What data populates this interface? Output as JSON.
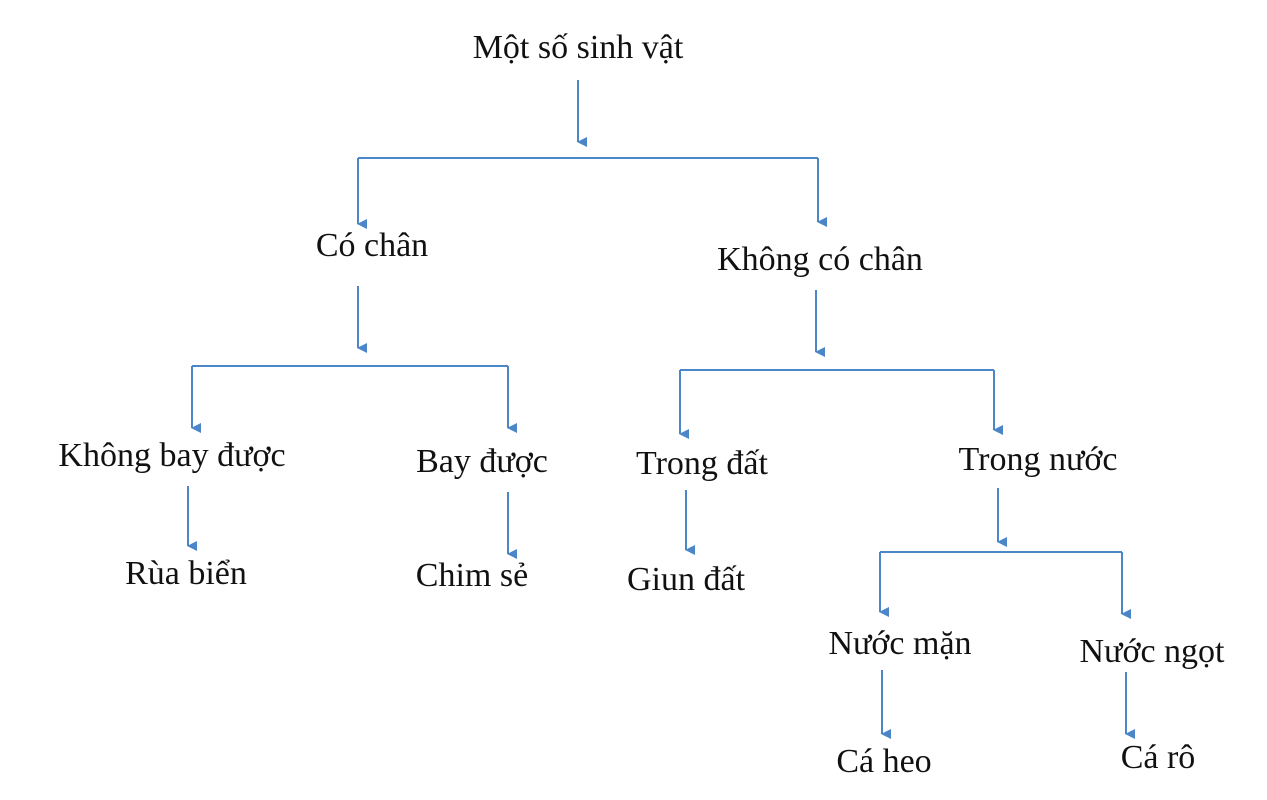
{
  "diagram": {
    "line_color": "#4a86c8",
    "text_color": "#111111",
    "nodes": {
      "root": "Một số sinh vật",
      "co_chan": "Có chân",
      "khong_co_chan": "Không có chân",
      "khong_bay_duoc": "Không bay được",
      "bay_duoc": "Bay được",
      "trong_dat": "Trong đất",
      "trong_nuoc": "Trong nước",
      "rua_bien": "Rùa biển",
      "chim_se": "Chim sẻ",
      "giun_dat": "Giun đất",
      "nuoc_man": "Nước mặn",
      "nuoc_ngot": "Nước ngọt",
      "ca_heo": "Cá heo",
      "ca_ro": "Cá rô"
    }
  }
}
